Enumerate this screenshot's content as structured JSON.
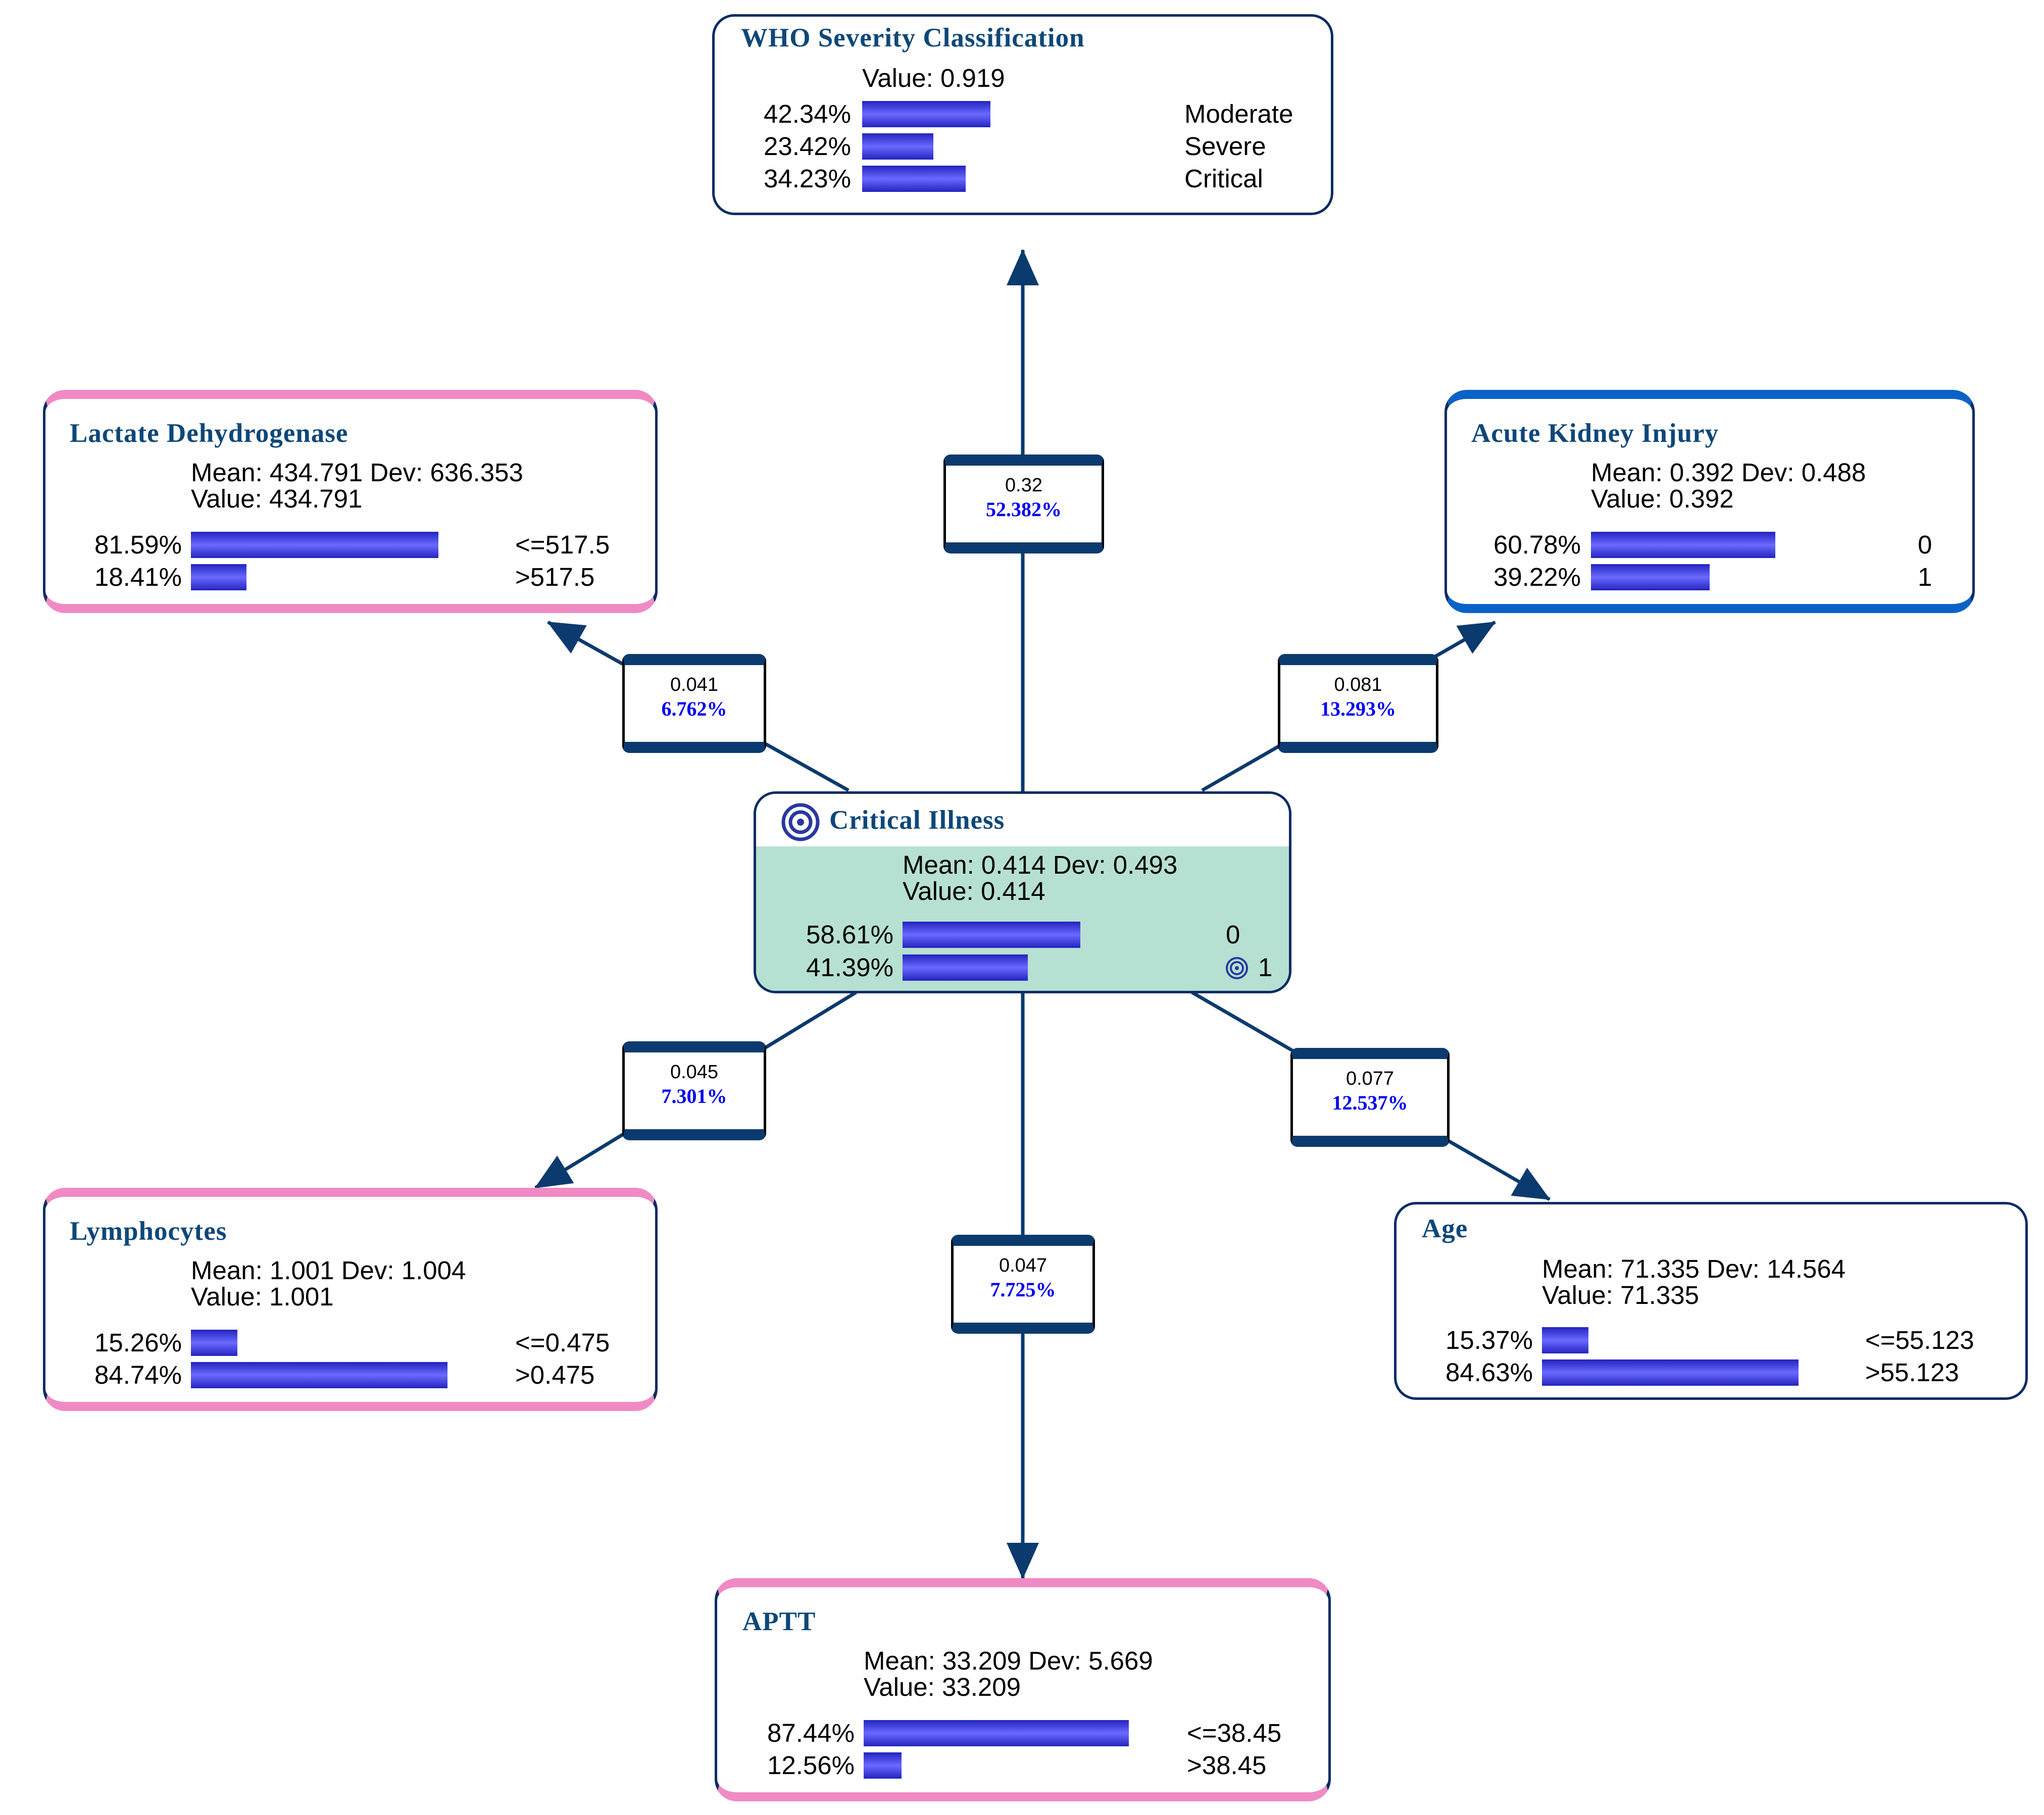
{
  "colors": {
    "edge": "#0b3a6e",
    "node_border": "#0b2c62",
    "title_text": "#0e4778",
    "target_fill": "#b6e0d2",
    "pink_band": "#f08ac4",
    "blue_band": "#0a62c8",
    "bar": "#4a4af0",
    "edge_percent_text": "#0000ee"
  },
  "nodes": {
    "who": {
      "title": "WHO Severity Classification",
      "value_line": "Value: 0.919",
      "states": [
        {
          "pct": "42.34%",
          "fraction": 0.4234,
          "label": "Moderate"
        },
        {
          "pct": "23.42%",
          "fraction": 0.2342,
          "label": "Severe"
        },
        {
          "pct": "34.23%",
          "fraction": 0.3423,
          "label": "Critical"
        }
      ]
    },
    "ldh": {
      "title": "Lactate Dehydrogenase",
      "mean_line": "Mean: 434.791 Dev: 636.353",
      "value_line": "Value: 434.791",
      "states": [
        {
          "pct": "81.59%",
          "fraction": 0.8159,
          "label": "<=517.5"
        },
        {
          "pct": "18.41%",
          "fraction": 0.1841,
          "label": ">517.5"
        }
      ]
    },
    "aki": {
      "title": "Acute Kidney Injury",
      "mean_line": "Mean: 0.392 Dev: 0.488",
      "value_line": "Value: 0.392",
      "states": [
        {
          "pct": "60.78%",
          "fraction": 0.6078,
          "label": "0"
        },
        {
          "pct": "39.22%",
          "fraction": 0.3922,
          "label": "1"
        }
      ]
    },
    "critical": {
      "title": "Critical Illness",
      "icon": "target-icon",
      "mean_line": "Mean: 0.414 Dev: 0.493",
      "value_line": "Value: 0.414",
      "states": [
        {
          "pct": "58.61%",
          "fraction": 0.5861,
          "label": "0"
        },
        {
          "pct": "41.39%",
          "fraction": 0.4139,
          "label": "1",
          "icon": "target-icon"
        }
      ]
    },
    "lymph": {
      "title": "Lymphocytes",
      "mean_line": "Mean: 1.001 Dev: 1.004",
      "value_line": "Value: 1.001",
      "states": [
        {
          "pct": "15.26%",
          "fraction": 0.1526,
          "label": "<=0.475"
        },
        {
          "pct": "84.74%",
          "fraction": 0.8474,
          "label": ">0.475"
        }
      ]
    },
    "age": {
      "title": "Age",
      "mean_line": "Mean: 71.335 Dev: 14.564",
      "value_line": "Value: 71.335",
      "states": [
        {
          "pct": "15.37%",
          "fraction": 0.1537,
          "label": "<=55.123"
        },
        {
          "pct": "84.63%",
          "fraction": 0.8463,
          "label": ">55.123"
        }
      ]
    },
    "aptt": {
      "title": "APTT",
      "mean_line": "Mean: 33.209 Dev: 5.669",
      "value_line": "Value: 33.209",
      "states": [
        {
          "pct": "87.44%",
          "fraction": 0.8744,
          "label": "<=38.45"
        },
        {
          "pct": "12.56%",
          "fraction": 0.1256,
          "label": ">38.45"
        }
      ]
    }
  },
  "edges": {
    "who": {
      "value": "0.32",
      "percent": "52.382%"
    },
    "ldh": {
      "value": "0.041",
      "percent": "6.762%"
    },
    "aki": {
      "value": "0.081",
      "percent": "13.293%"
    },
    "lymph": {
      "value": "0.045",
      "percent": "7.301%"
    },
    "age": {
      "value": "0.077",
      "percent": "12.537%"
    },
    "aptt": {
      "value": "0.047",
      "percent": "7.725%"
    }
  }
}
